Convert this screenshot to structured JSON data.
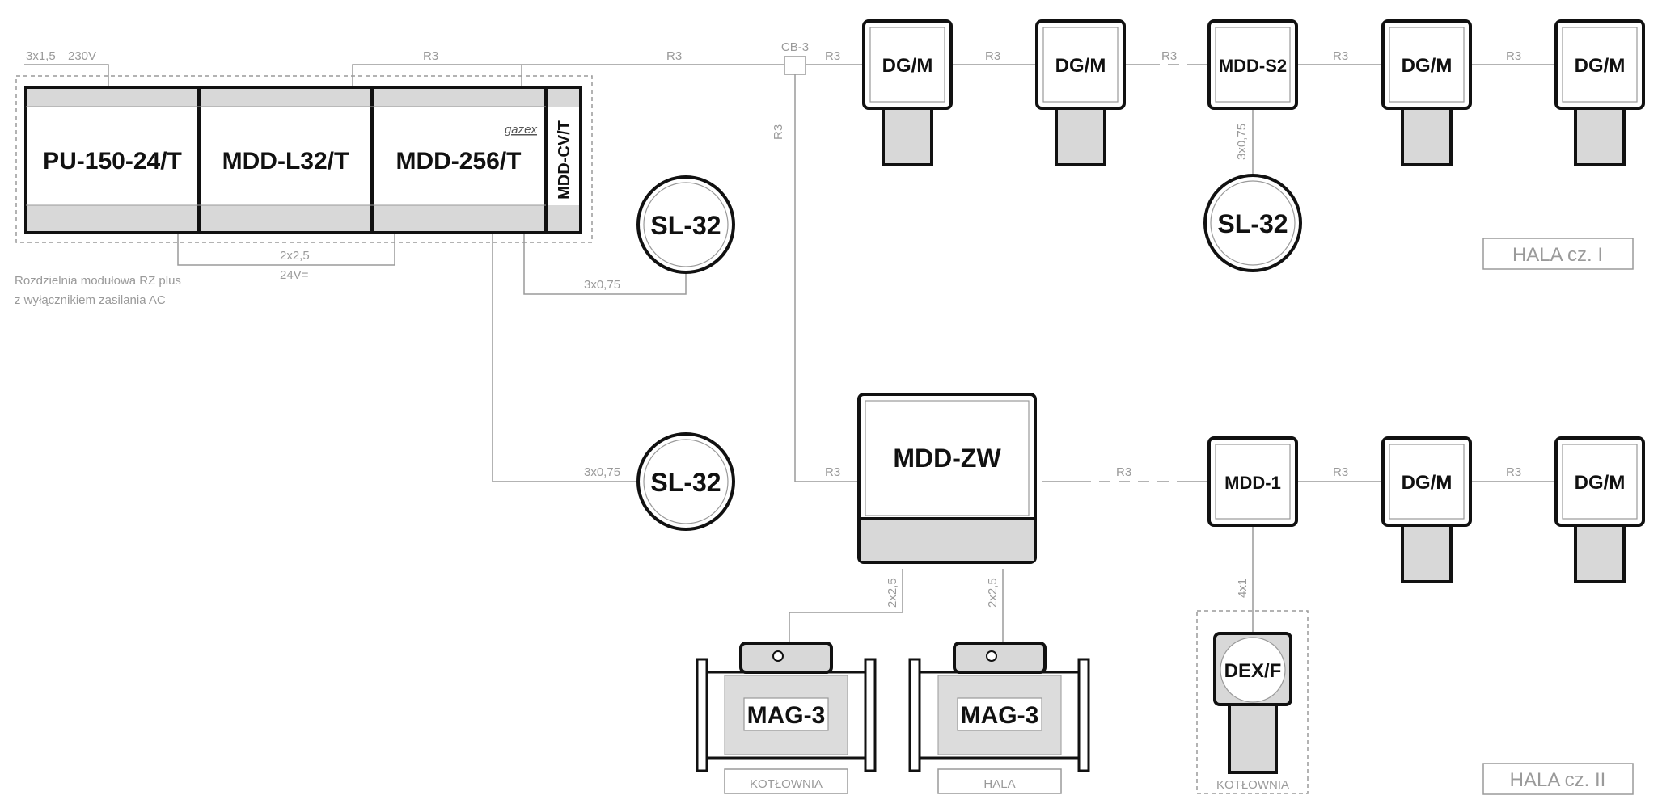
{
  "panel": {
    "power_cable": "3x1,5",
    "power_voltage": "230V",
    "modules": [
      "PU-150-24/T",
      "MDD-L32/T",
      "MDD-256/T",
      "MDD-CV/T"
    ],
    "brand": "gazex",
    "title": "Rozdzielnia modułowa RZ plus",
    "subtitle": "z wyłącznikiem zasilania AC",
    "internal_cable": "2x2,5",
    "internal_voltage": "24V="
  },
  "cables": {
    "r3": "R3",
    "sl_cable": "3x0,75",
    "mag_cable": "2x2,5",
    "dex_cable": "4x1"
  },
  "junction": "CB-3",
  "top_row": {
    "detectors": [
      "DG/M",
      "DG/M",
      "MDD-S2",
      "DG/M",
      "DG/M"
    ],
    "zone": "HALA cz. I"
  },
  "signallers": [
    "SL-32",
    "SL-32",
    "SL-32"
  ],
  "center": {
    "module": "MDD-ZW"
  },
  "bottom_row": {
    "detectors": [
      "MDD-1",
      "DG/M",
      "DG/M"
    ],
    "zone": "HALA cz. II"
  },
  "valves": [
    {
      "label": "MAG-3",
      "location": "KOTŁOWNIA"
    },
    {
      "label": "MAG-3",
      "location": "HALA"
    }
  ],
  "dex": {
    "label": "DEX/F",
    "location": "KOTŁOWNIA"
  }
}
